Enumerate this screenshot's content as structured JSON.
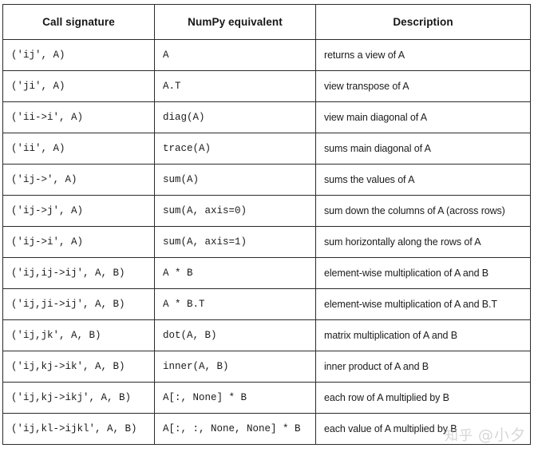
{
  "table": {
    "headers": [
      "Call signature",
      "NumPy equivalent",
      "Description"
    ],
    "rows": [
      {
        "signature": "('ij', A)",
        "numpy": "A",
        "description": "returns a view of A"
      },
      {
        "signature": "('ji', A)",
        "numpy": "A.T",
        "description": "view transpose of A"
      },
      {
        "signature": "('ii->i', A)",
        "numpy": "diag(A)",
        "description": "view main diagonal of A"
      },
      {
        "signature": "('ii', A)",
        "numpy": "trace(A)",
        "description": "sums main diagonal of A"
      },
      {
        "signature": "('ij->', A)",
        "numpy": "sum(A)",
        "description": "sums the values of A"
      },
      {
        "signature": "('ij->j', A)",
        "numpy": "sum(A, axis=0)",
        "description": "sum down the columns of A (across rows)"
      },
      {
        "signature": "('ij->i', A)",
        "numpy": "sum(A, axis=1)",
        "description": "sum horizontally along the rows of A"
      },
      {
        "signature": "('ij,ij->ij', A, B)",
        "numpy": "A * B",
        "description": "element-wise multiplication of A and B"
      },
      {
        "signature": "('ij,ji->ij', A, B)",
        "numpy": "A * B.T",
        "description": "element-wise multiplication of A and B.T"
      },
      {
        "signature": "('ij,jk', A, B)",
        "numpy": "dot(A, B)",
        "description": "matrix multiplication of A and B"
      },
      {
        "signature": "('ij,kj->ik', A, B)",
        "numpy": "inner(A, B)",
        "description": "inner product of A and B"
      },
      {
        "signature": "('ij,kj->ikj', A, B)",
        "numpy": "A[:, None] * B",
        "description": "each row of A multiplied by B"
      },
      {
        "signature": "('ij,kl->ijkl', A, B)",
        "numpy": "A[:, :, None, None] * B",
        "description": "each value of A multiplied by B"
      }
    ]
  },
  "watermark": {
    "logo": "知乎",
    "handle": "@小夕"
  },
  "colors": {
    "border": "#2b2b2b",
    "text": "#1b1b1b",
    "header_text": "#161616",
    "background": "#ffffff",
    "watermark": "#c9c9c9"
  }
}
